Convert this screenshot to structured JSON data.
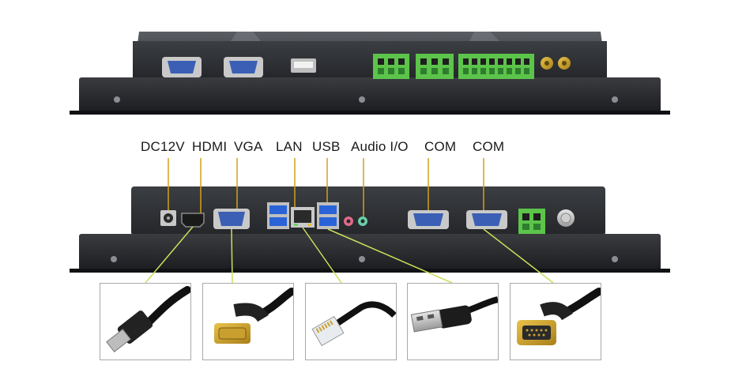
{
  "labels": {
    "dc": "DC12V",
    "hdmi": "HDMI",
    "vga": "VGA",
    "lan": "LAN",
    "usb": "USB",
    "audio": "Audio I/O",
    "com1": "COM",
    "com2": "COM"
  },
  "thumbnails": [
    "hdmi-cable",
    "vga-cable",
    "lan-cable",
    "usb-cable",
    "serial-cable"
  ],
  "colors": {
    "chassis": "#2c2e31",
    "flange": "#1f2124",
    "terminal_green": "#5cc44a",
    "port_blue": "#3a5fb5",
    "usb_blue": "#2a63d8",
    "leader_line": "#c8e05a",
    "label_line": "#d4a017"
  }
}
